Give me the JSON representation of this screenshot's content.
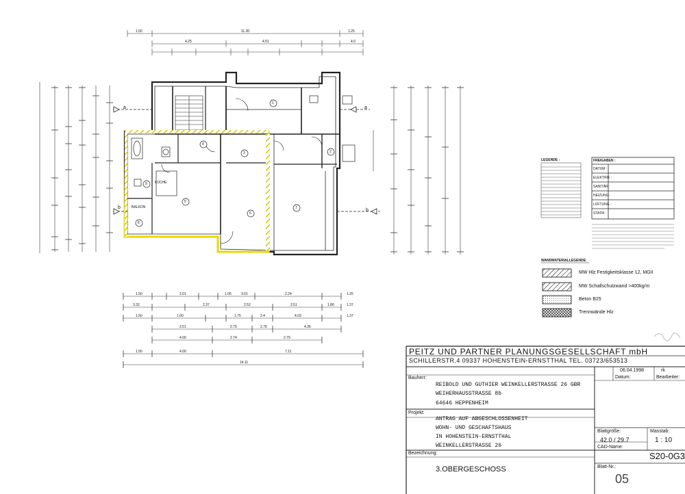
{
  "title_block": {
    "firm": "PEITZ UND PARTNER PLANUNGSGESELLSCHAFT mbH",
    "address": "SCHILLERSTR.4    09337 HOHENSTEIN-ERNSTTHAL    TEL. 03723/653513",
    "date_value": "06.04.1998",
    "date_label": "Datum:",
    "editor_label": "Bearbeiter:",
    "rk": "rk",
    "owner_label": "Bauherr:",
    "owner_lines": [
      "REIBOLD UND GUTHIER WEINKELLERSTRASSE 26 GBR",
      "WEIHERHAUSSTRASSE 8b",
      "64646 HEPPENHEIM"
    ],
    "project_label": "Projekt:",
    "project_lines": [
      "ANTRAG AUF ABGESCHLOSSENHEIT",
      "WOHN- UND GESCHAFTSHAUS",
      "IN HOHENSTEIN-ERNSTTHAL",
      "WEINKELLERSTRASSE 26"
    ],
    "sheet_size_label": "Blattgröße:",
    "sheet_size": "42.0 / 29.7",
    "scale_label": "Masstab:",
    "scale": "1 : 10",
    "cad_label": "CAD-Name:",
    "cad_name": "S20-0G3",
    "designation_label": "Bezeichnung:",
    "designation": "3.OBERGESCHOSS",
    "sheet_no_label": "Blatt-Nr.:",
    "sheet_no": "05"
  },
  "wall_legend": {
    "title": "WANDMATERIALLEGENDE:",
    "items": [
      "MW Hlz Festigkeitsklasse 12, MGII",
      "MW Schallschutzwand >400kg/m",
      "Beton B25",
      "Trennwände Hlz"
    ]
  },
  "legend": {
    "title": "LEGENDE :",
    "rows": 15
  },
  "approval_box": {
    "title": "FREIGABEN :",
    "rows": [
      "DATUM :",
      "ELEKTRIK :",
      "SANITÄR :",
      "HEIZUNG :",
      "LÜFTUNG :",
      "STATIK :"
    ]
  },
  "plan": {
    "section_marks": [
      "a",
      "a",
      "b",
      "b"
    ],
    "rooms": [
      "1",
      "2",
      "3",
      "4",
      "5",
      "6",
      "7",
      "8",
      "9"
    ],
    "room_names": [
      "BALKON",
      "KÜCHE"
    ],
    "dim_top_1": [
      "1.50",
      "11.30",
      "1.25"
    ],
    "dim_top_2": [
      "4.25",
      "4.51",
      "4.0"
    ],
    "dim_bottom_rows": [
      [
        "1.50",
        "2.01",
        "1.05",
        "3.01",
        "2.24",
        "1.25"
      ],
      [
        "3.32",
        "2.37",
        "2.52",
        "2.51",
        "1.80",
        "1.37"
      ],
      [
        "1.50",
        "1.00",
        "1.75",
        "2.4",
        "4.03",
        "1.37"
      ],
      [
        "2.51",
        "2.75",
        "2.76",
        "4.36"
      ],
      [
        "4.00",
        "2.74",
        "2.79"
      ],
      [
        "1.50",
        "4.00",
        "7.11"
      ],
      [
        "14.11"
      ]
    ]
  },
  "colors": {
    "line": "#222222",
    "hatch_yellow": "#e8d800",
    "paper": "#ffffff"
  }
}
